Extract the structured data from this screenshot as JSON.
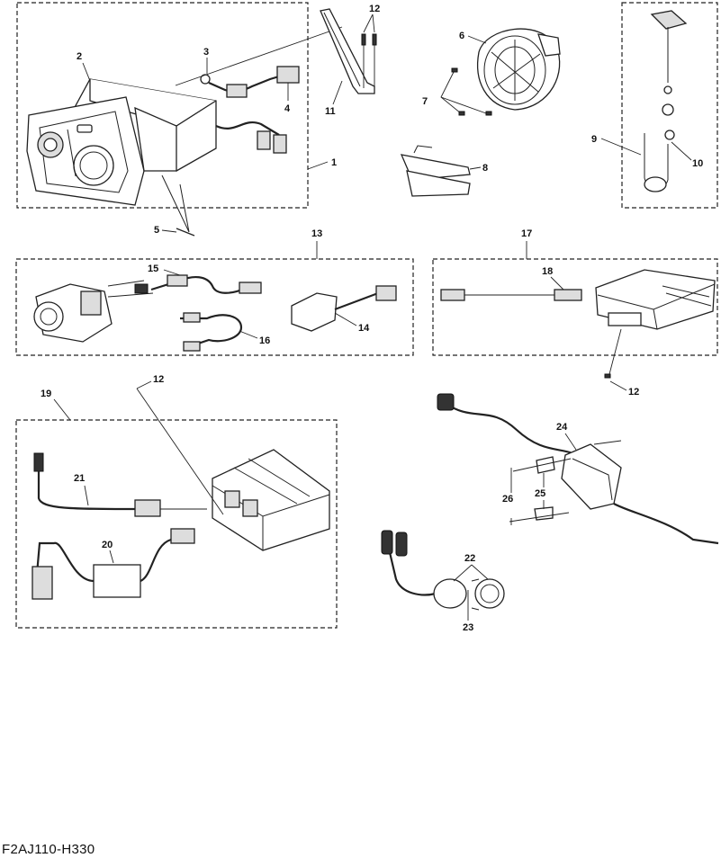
{
  "figure_code": "F2AJ110-H330",
  "callouts": {
    "c1": "1",
    "c2": "2",
    "c3": "3",
    "c4": "4",
    "c5": "5",
    "c6": "6",
    "c7": "7",
    "c8": "8",
    "c9": "9",
    "c10": "10",
    "c11": "11",
    "c12a": "12",
    "c13": "13",
    "c14": "14",
    "c15": "15",
    "c16": "16",
    "c17": "17",
    "c18": "18",
    "c12b": "12",
    "c19": "19",
    "c12c": "12",
    "c21": "21",
    "c20": "20",
    "c24": "24",
    "c25": "25",
    "c26": "26",
    "c22": "22",
    "c23": "23"
  }
}
